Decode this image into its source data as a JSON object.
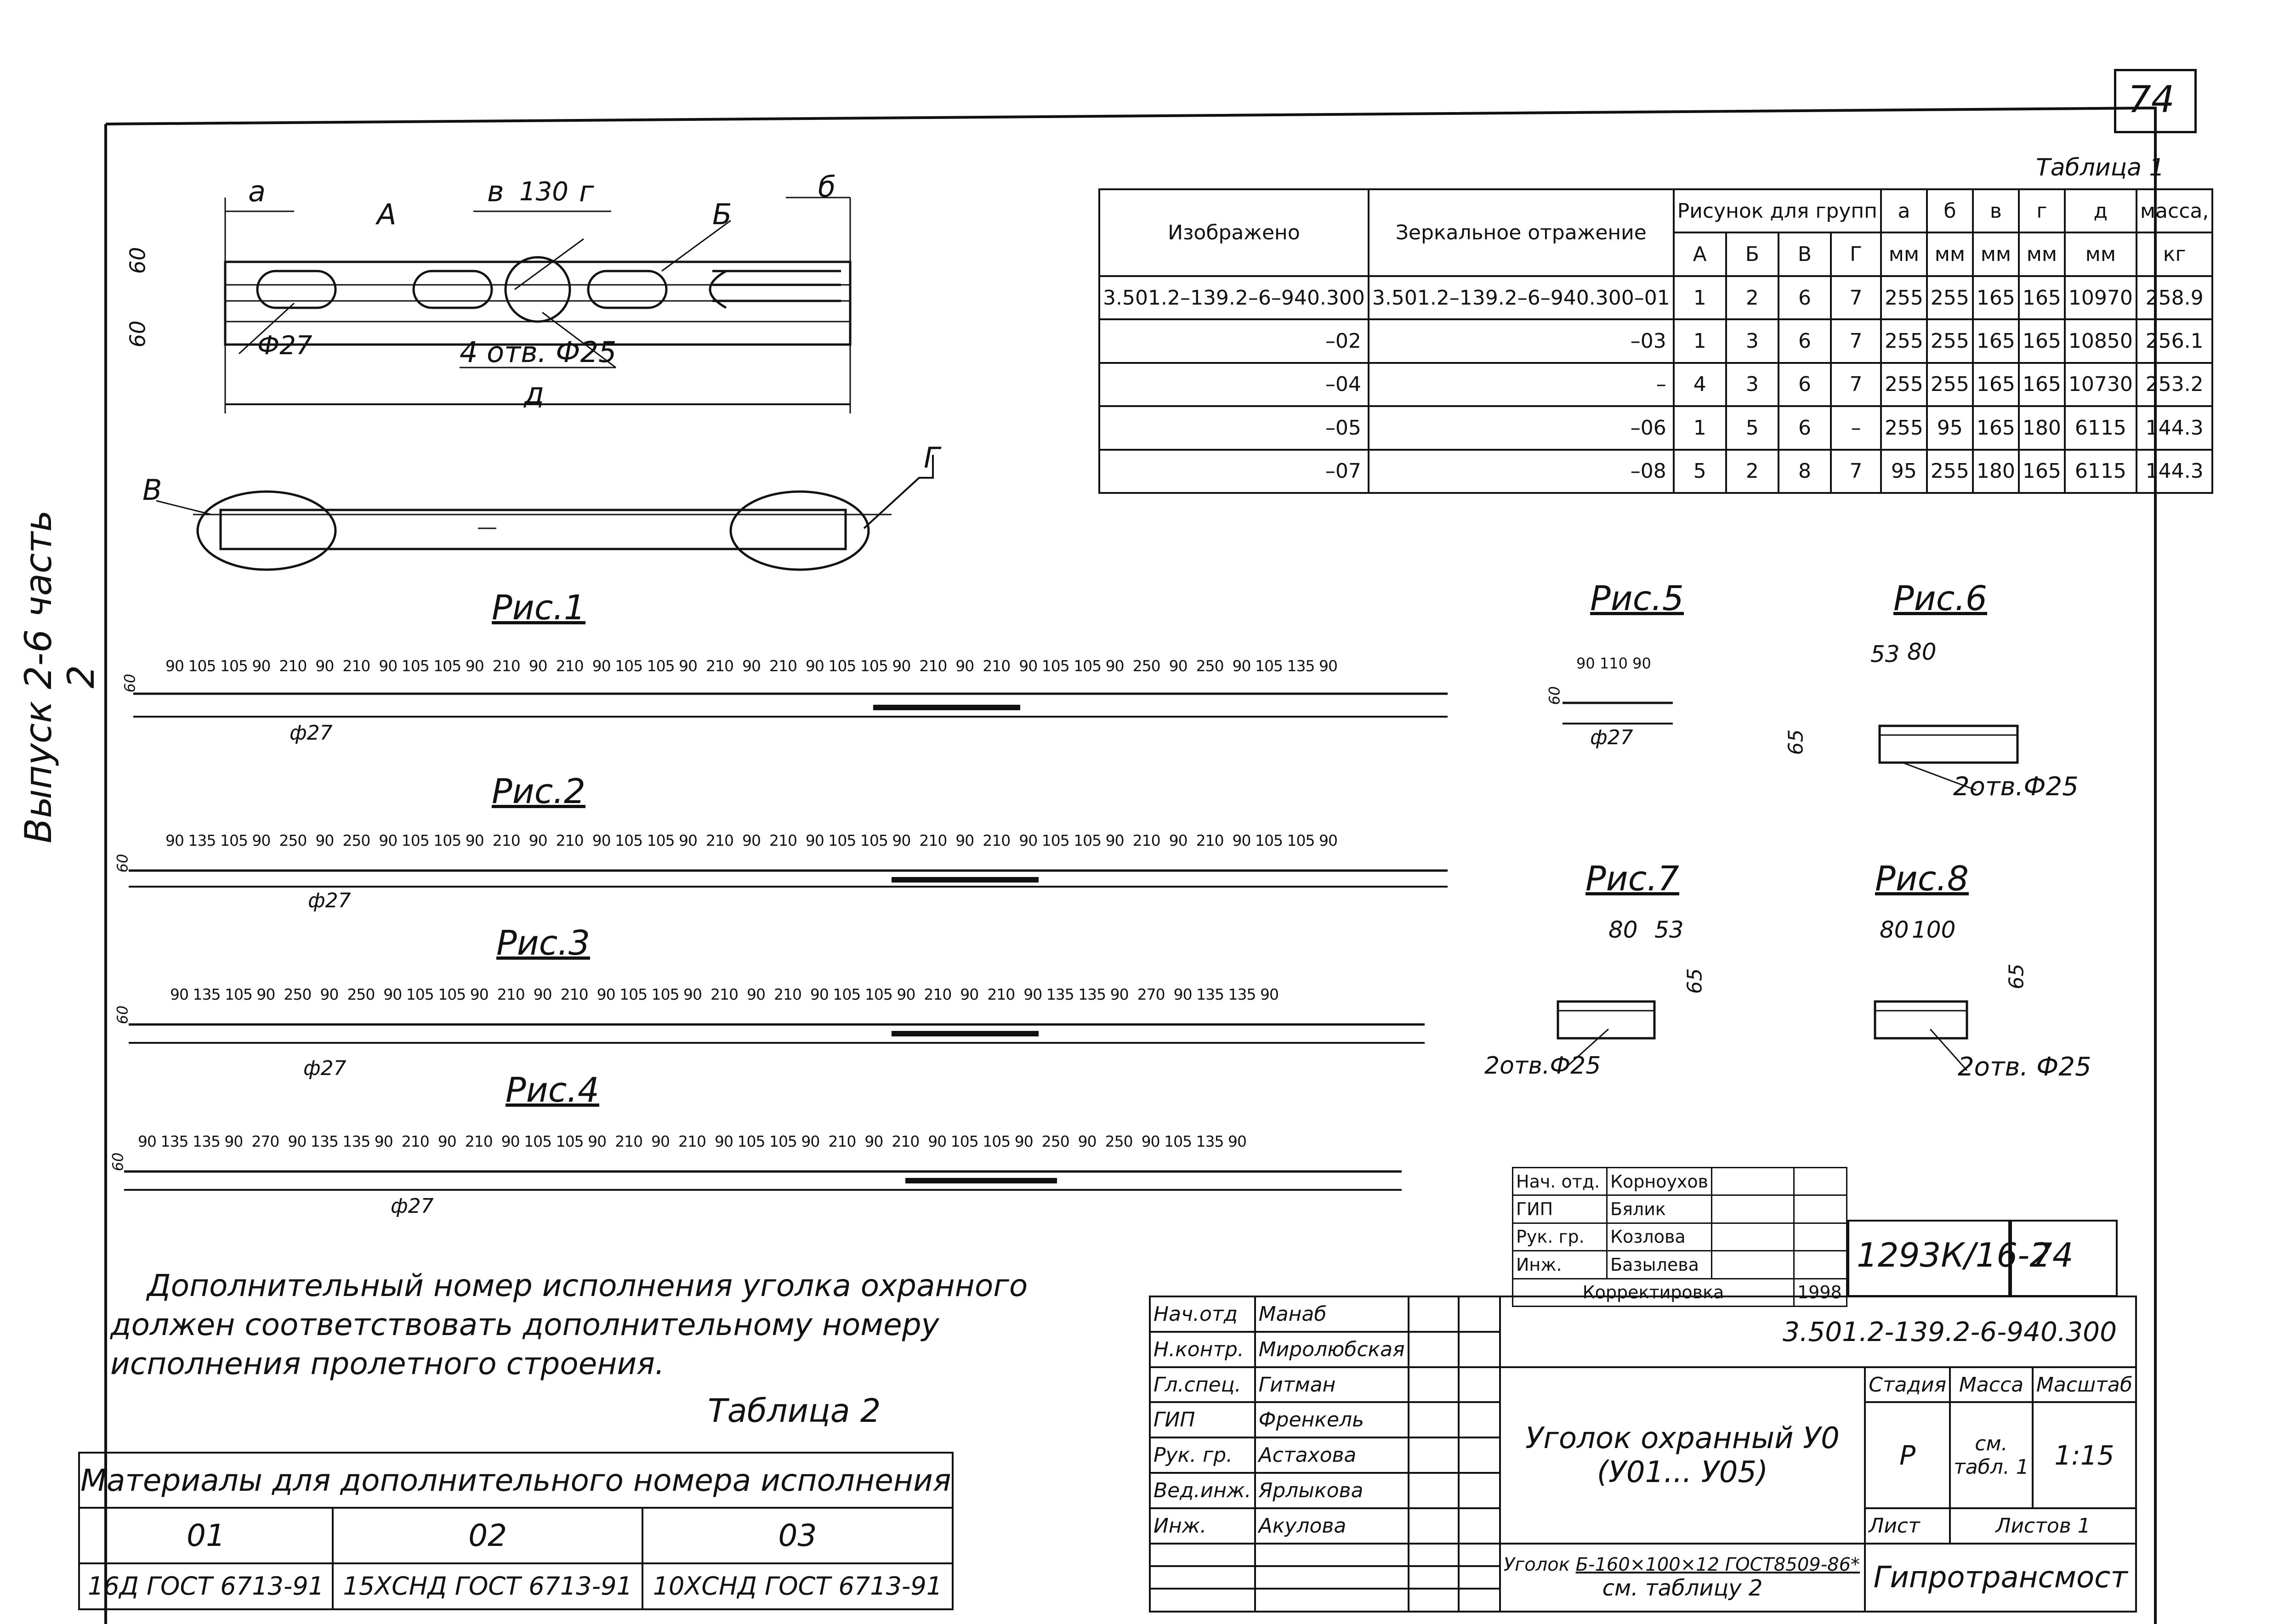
{
  "sheet": {
    "corner_number": "74",
    "side_label": "Выпуск 2-6 часть 2"
  },
  "table1": {
    "caption": "Таблица 1",
    "headers": {
      "shown": "Изображено",
      "mirror": "Зеркальное отражение",
      "figure_group": "Рисунок для групп",
      "groups": [
        "А",
        "Б",
        "В",
        "Г"
      ],
      "dims": [
        "а",
        "б",
        "в",
        "г",
        "д",
        "масса,"
      ],
      "units": [
        "мм",
        "мм",
        "мм",
        "мм",
        "мм",
        "кг"
      ]
    },
    "rows": [
      {
        "shown": "3.501.2–139.2–6–940.300",
        "mirror": "3.501.2–139.2–6–940.300–01",
        "g": [
          "1",
          "2",
          "6",
          "7"
        ],
        "d": [
          "255",
          "255",
          "165",
          "165",
          "10970",
          "258.9"
        ]
      },
      {
        "shown": "–02",
        "mirror": "–03",
        "g": [
          "1",
          "3",
          "6",
          "7"
        ],
        "d": [
          "255",
          "255",
          "165",
          "165",
          "10850",
          "256.1"
        ]
      },
      {
        "shown": "–04",
        "mirror": "–",
        "g": [
          "4",
          "3",
          "6",
          "7"
        ],
        "d": [
          "255",
          "255",
          "165",
          "165",
          "10730",
          "253.2"
        ]
      },
      {
        "shown": "–05",
        "mirror": "–06",
        "g": [
          "1",
          "5",
          "6",
          "–"
        ],
        "d": [
          "255",
          "95",
          "165",
          "180",
          "6115",
          "144.3"
        ]
      },
      {
        "shown": "–07",
        "mirror": "–08",
        "g": [
          "5",
          "2",
          "8",
          "7"
        ],
        "d": [
          "95",
          "255",
          "180",
          "165",
          "6115",
          "144.3"
        ]
      }
    ]
  },
  "top_drawing": {
    "labels": {
      "a": "а",
      "b": "б",
      "v": "в",
      "g": "г",
      "dim130": "130",
      "A": "А",
      "B": "Б",
      "d": "д",
      "hole27": "Ф27",
      "holes25": "4 отв. Ф25",
      "h60a": "60",
      "h60b": "60",
      "callout_v": "В",
      "callout_g": "Г"
    }
  },
  "figures": {
    "fig1": {
      "title": "Рис.1",
      "dims": "90 105 105 90  210  90  210  90 105 105 90  210  90  210  90 105 105 90  210  90  210  90 105 105 90  210  90  210  90 105 105 90  250  90  250  90 105 135 90",
      "hole": "ф27",
      "h": "60"
    },
    "fig2": {
      "title": "Рис.2",
      "dims": "90 135 105 90  250  90  250  90 105 105 90  210  90  210  90 105 105 90  210  90  210  90 105 105 90  210  90  210  90 105 105 90  210  90  210  90 105 105 90",
      "hole": "ф27",
      "h": "60"
    },
    "fig3": {
      "title": "Рис.3",
      "dims": "90 135 105 90  250  90  250  90 105 105 90  210  90  210  90 105 105 90  210  90  210  90 105 105 90  210  90  210  90 135 135 90  270  90 135 135 90",
      "hole": "ф27",
      "h": "60"
    },
    "fig4": {
      "title": "Рис.4",
      "dims": "90 135 135 90  270  90 135 135 90  210  90  210  90 105 105 90  210  90  210  90 105 105 90  210  90  210  90 105 105 90  250  90  250  90 105 135 90",
      "hole": "ф27",
      "h": "60"
    },
    "fig5": {
      "title": "Рис.5",
      "dims": "90 110 90",
      "hole": "ф27",
      "h": "60"
    },
    "fig6": {
      "title": "Рис.6",
      "d1": "53",
      "d2": "80",
      "h": "65",
      "holes": "2отв.Ф25"
    },
    "fig7": {
      "title": "Рис.7",
      "d1": "80",
      "d2": "53",
      "h": "65",
      "holes": "2отв.Ф25"
    },
    "fig8": {
      "title": "Рис.8",
      "d1": "80",
      "d2": "100",
      "h": "65",
      "holes": "2отв. Ф25"
    }
  },
  "note": {
    "lines": [
      "Дополнительный номер исполнения уголка охранного",
      "должен соответствовать дополнительному номеру",
      "исполнения пролетного строения."
    ]
  },
  "table2": {
    "caption": "Таблица 2",
    "header": "Материалы для дополнительного номера исполнения",
    "codes": [
      "01",
      "02",
      "03"
    ],
    "materials": [
      "16Д ГОСТ 6713-91",
      "15ХСНД ГОСТ 6713-91",
      "10ХСНД ГОСТ 6713-91"
    ]
  },
  "approval": {
    "rows": [
      {
        "role": "Нач. отд.",
        "name": "Корноухов"
      },
      {
        "role": "ГИП",
        "name": "Бялик"
      },
      {
        "role": "Рук. гр.",
        "name": "Козлова"
      },
      {
        "role": "Инж.",
        "name": "Базылева"
      }
    ],
    "correction": "Корректировка",
    "year": "1998"
  },
  "stamp": {
    "code": "1293К/16-2",
    "sheet_no": "74",
    "doc_code": "3.501.2-139.2-6-940.300",
    "roles": [
      {
        "role": "Нач.отд",
        "name": "Манаб"
      },
      {
        "role": "Н.контр.",
        "name": "Миролюбская"
      },
      {
        "role": "Гл.спец.",
        "name": "Гитман"
      },
      {
        "role": "ГИП",
        "name": "Френкель"
      },
      {
        "role": "Рук. гр.",
        "name": "Астахова"
      },
      {
        "role": "Вед.инж.",
        "name": "Ярлыкова"
      },
      {
        "role": "Инж.",
        "name": "Акулова"
      }
    ],
    "title_line1": "Уголок охранный У0",
    "title_line2": "(У01... У05)",
    "stage_label": "Стадия",
    "mass_label": "Масса",
    "scale_label": "Масштаб",
    "stage": "Р",
    "mass_line1": "см.",
    "mass_line2": "табл. 1",
    "scale": "1:15",
    "sheet_label": "Лист",
    "sheets_label": "Листов 1",
    "material_prefix": "Уголок",
    "material_spec": "Б-160×100×12 ГОСТ8509-86*",
    "material_ref": "см. таблицу 2",
    "org": "Гипротрансмост"
  }
}
